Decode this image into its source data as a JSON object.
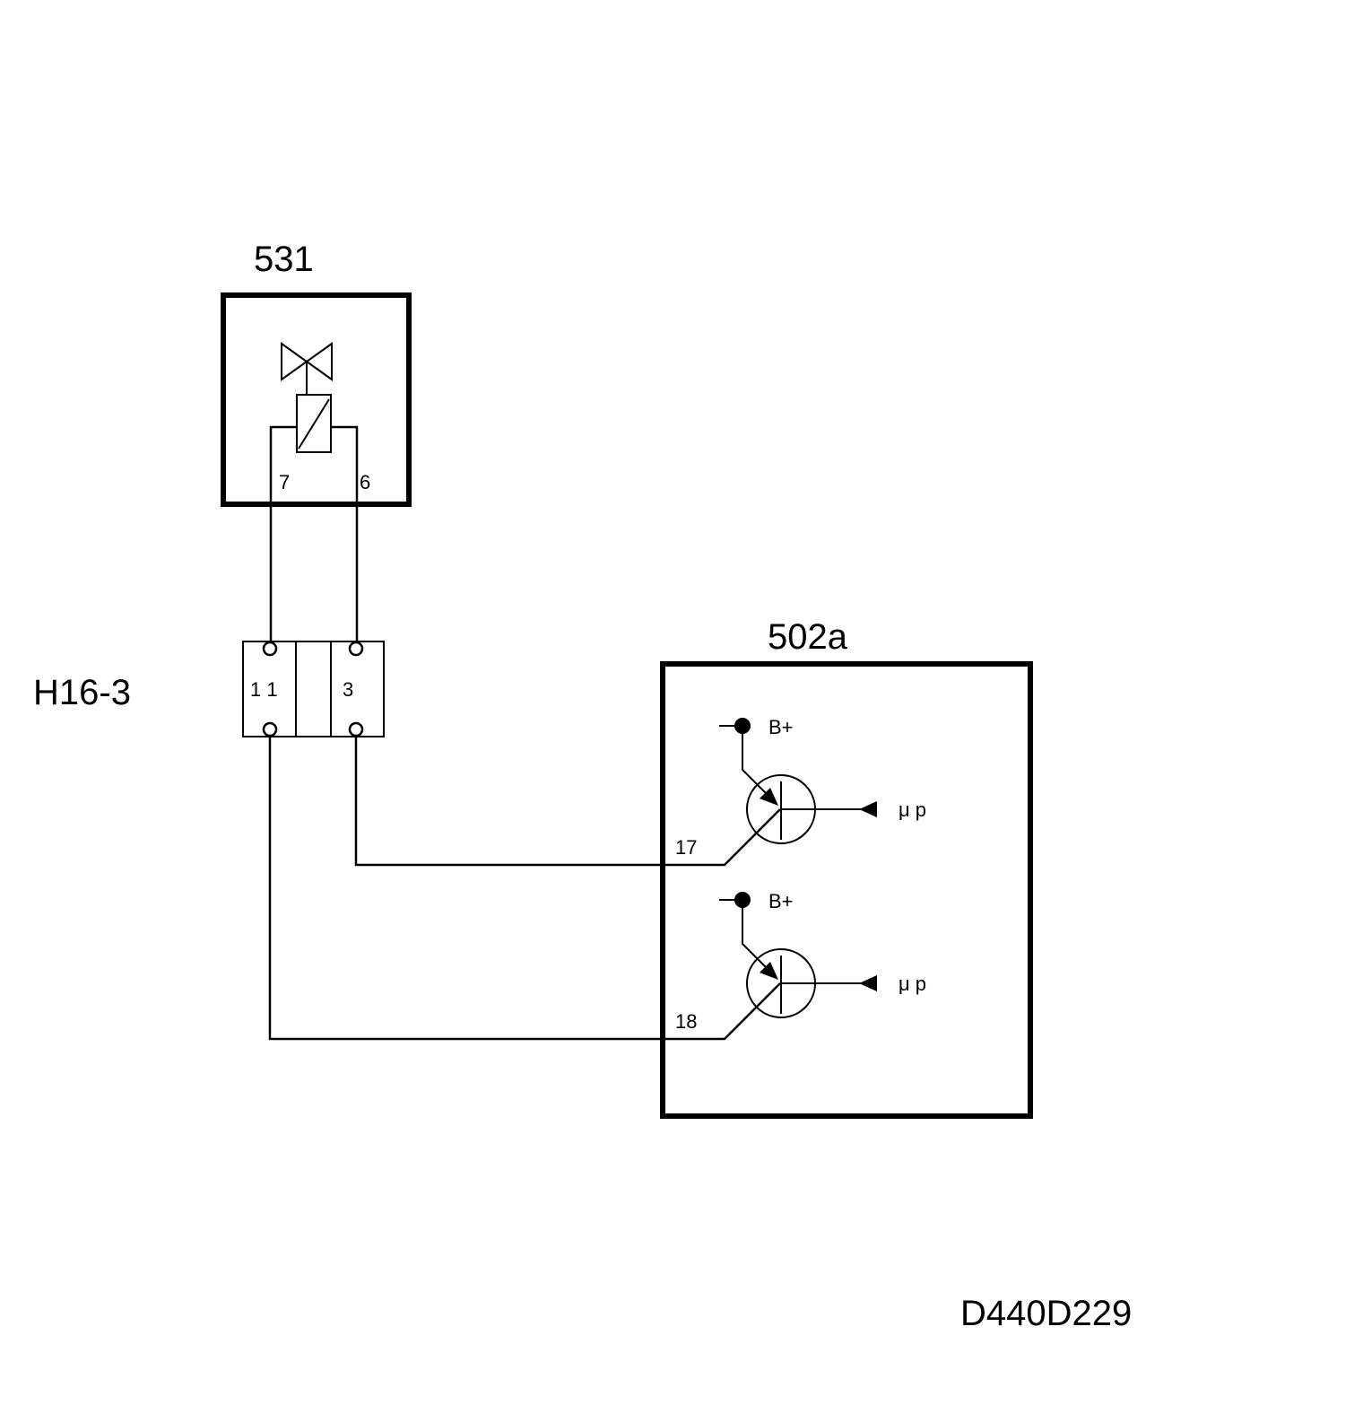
{
  "components": {
    "valve": {
      "id": "531",
      "pins": {
        "left": "7",
        "right": "6"
      }
    },
    "controller": {
      "id": "502a",
      "driver_top": {
        "supply": "B+",
        "input": "μ p",
        "pin": "17"
      },
      "driver_bottom": {
        "supply": "B+",
        "input": "μ p",
        "pin": "18"
      }
    },
    "connector": {
      "id": "H16-3",
      "pin_left": "1 1",
      "pin_right": "3"
    }
  },
  "drawing_code": "D440D229"
}
